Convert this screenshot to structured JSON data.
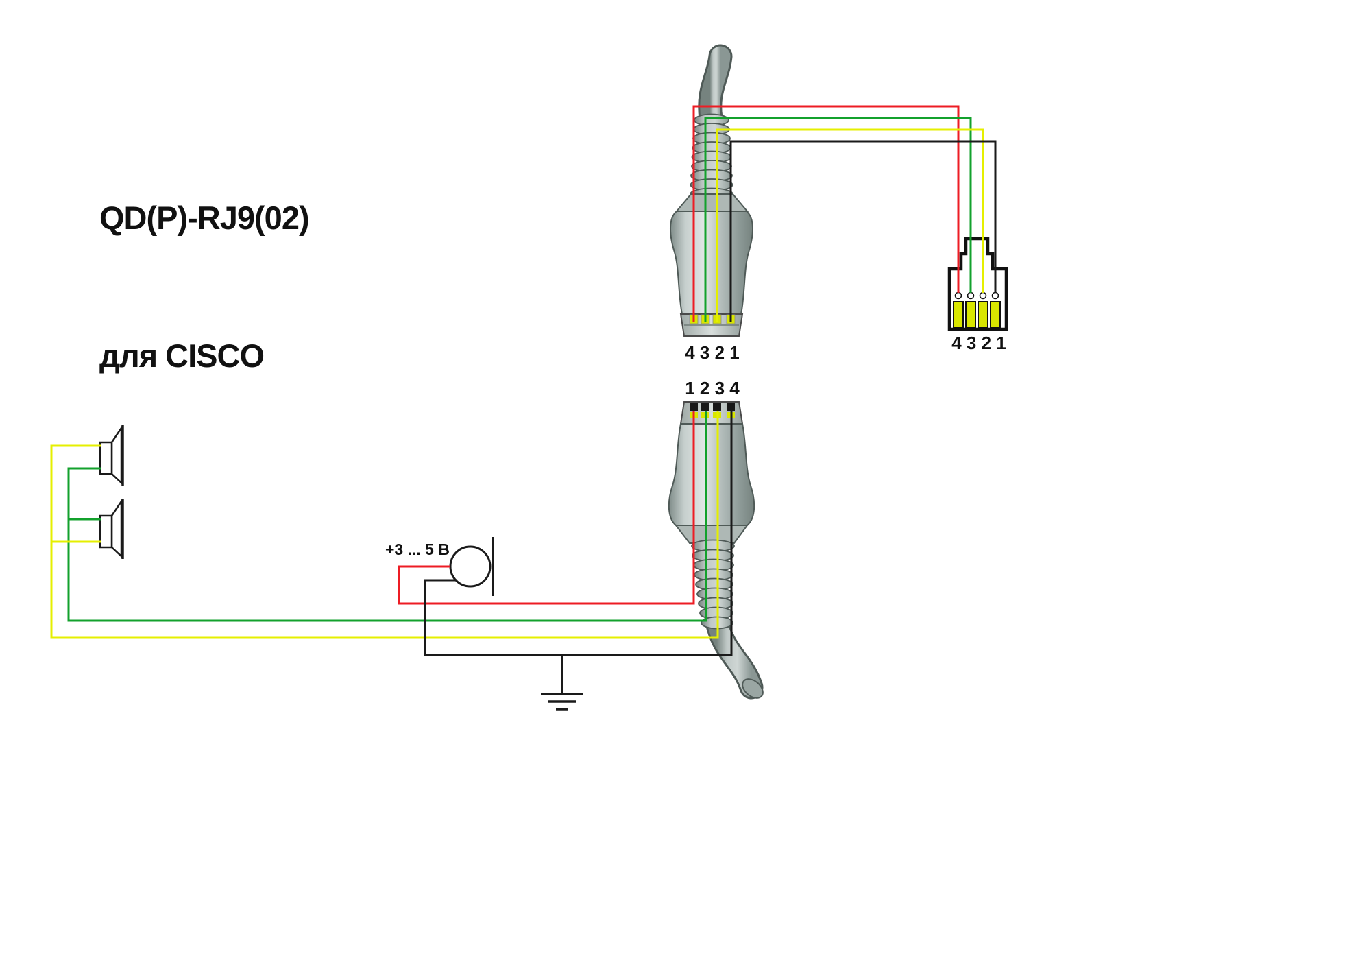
{
  "title": {
    "line1": "QD(P)-RJ9(02)",
    "line2": "для CISCO"
  },
  "labels": {
    "qd_top_pins": "4 3 2 1",
    "qd_bottom_pins": "1 2 3 4",
    "rj9_pins": "4 3 2 1",
    "mic_voltage": "+3 ... 5 В"
  },
  "colors": {
    "wire_red": "#ed1c24",
    "wire_green": "#13a12c",
    "wire_yellow": "#e5ef00",
    "wire_black": "#1a1a1a",
    "contact_yellow": "#d9e600"
  }
}
